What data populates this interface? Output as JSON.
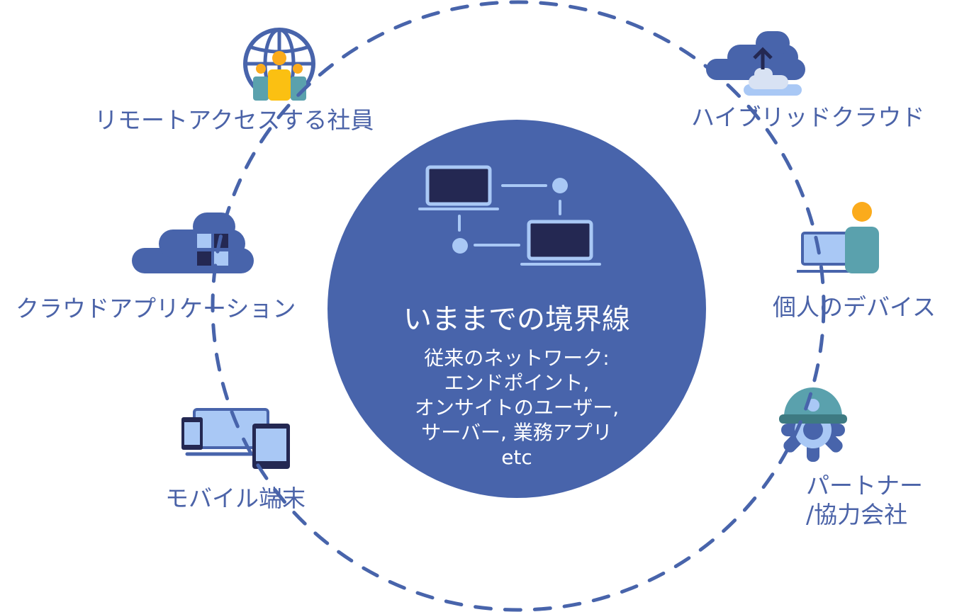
{
  "colors": {
    "primary": "#4864ab",
    "light": "#a9c8f5",
    "dark": "#242852",
    "teal": "#5aa1ad",
    "orange": "#fbab1c"
  },
  "center": {
    "title": "いままでの境界線",
    "lines": [
      "従来のネットワーク:",
      "エンドポイント,",
      "オンサイトのユーザー,",
      "サーバー, 業務アプリ",
      "etc"
    ]
  },
  "nodes": {
    "remote": "リモートアクセスする社員",
    "cloud_app": "クラウドアプリケーション",
    "mobile": "モバイル端末",
    "hybrid": "ハイブリッドクラウド",
    "personal": "個人のデバイス",
    "partner_1": "パートナー",
    "partner_2": "/協力会社"
  }
}
